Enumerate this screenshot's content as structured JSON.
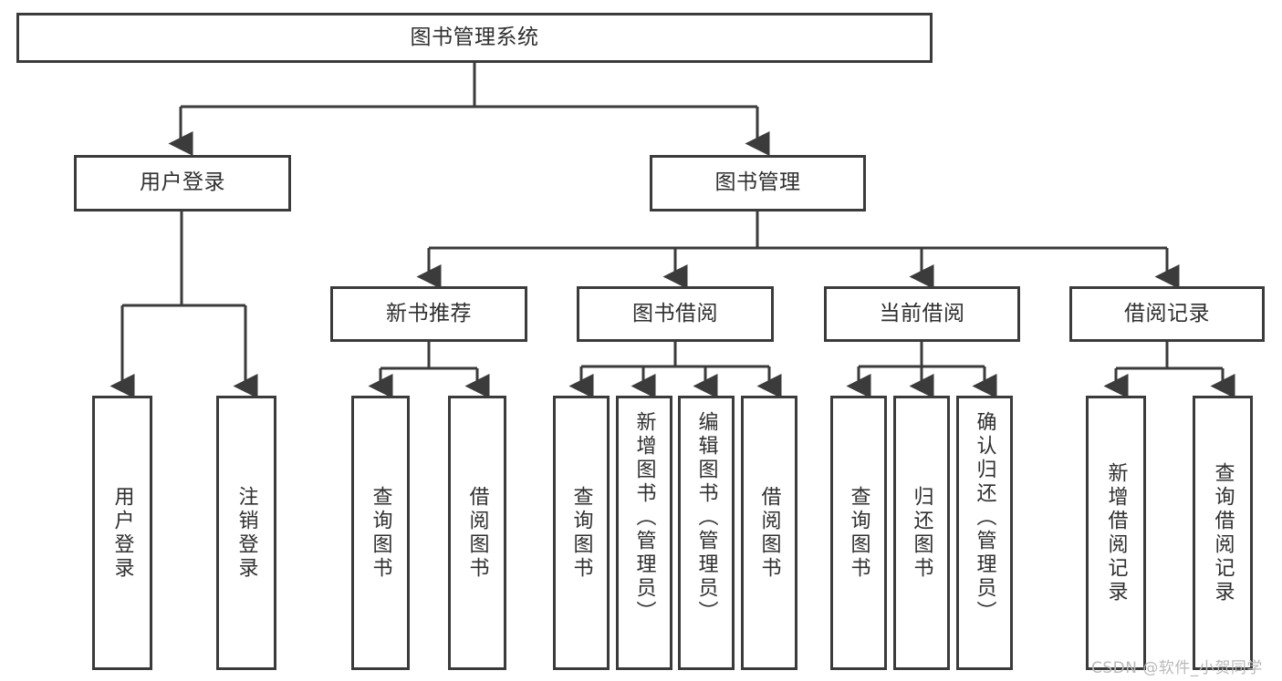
{
  "diagram": {
    "type": "tree-hierarchy",
    "title": "图书管理系统",
    "watermark": "CSDN @软件_小贺同学",
    "colors": {
      "stroke": "#3b3b3b",
      "fill": "#ffffff",
      "text": "#2f2f2f",
      "watermark": "#b9b9b9"
    },
    "nodes": {
      "root": {
        "label": "图书管理系统",
        "level": 0
      },
      "user_login": {
        "label": "用户登录",
        "level": 1
      },
      "book_manage": {
        "label": "图书管理",
        "level": 1
      },
      "new_book_rec": {
        "label": "新书推荐",
        "level": 2
      },
      "book_borrow": {
        "label": "图书借阅",
        "level": 2
      },
      "current_borrow": {
        "label": "当前借阅",
        "level": 2
      },
      "borrow_record": {
        "label": "借阅记录",
        "level": 2
      },
      "leaf_user_login": {
        "label": "用户登录",
        "level": 3
      },
      "leaf_logout": {
        "label": "注销登录",
        "level": 3
      },
      "leaf_query_book_1": {
        "label": "查询图书",
        "level": 3
      },
      "leaf_borrow_book_1": {
        "label": "借阅图书",
        "level": 3
      },
      "leaf_query_book_2": {
        "label": "查询图书",
        "level": 3
      },
      "leaf_add_book": {
        "label": "新增图书（管理员）",
        "level": 3
      },
      "leaf_edit_book": {
        "label": "编辑图书（管理员）",
        "level": 3
      },
      "leaf_borrow_book_2": {
        "label": "借阅图书",
        "level": 3
      },
      "leaf_query_book_3": {
        "label": "查询图书",
        "level": 3
      },
      "leaf_return_book": {
        "label": "归还图书",
        "level": 3
      },
      "leaf_confirm_return": {
        "label": "确认归还（管理员）",
        "level": 3
      },
      "leaf_add_record": {
        "label": "新增借阅记录",
        "level": 3
      },
      "leaf_query_record": {
        "label": "查询借阅记录",
        "level": 3
      }
    },
    "edges": [
      {
        "from": "root",
        "to": "user_login"
      },
      {
        "from": "root",
        "to": "book_manage"
      },
      {
        "from": "user_login",
        "to": "leaf_user_login"
      },
      {
        "from": "user_login",
        "to": "leaf_logout"
      },
      {
        "from": "book_manage",
        "to": "new_book_rec"
      },
      {
        "from": "book_manage",
        "to": "book_borrow"
      },
      {
        "from": "book_manage",
        "to": "current_borrow"
      },
      {
        "from": "book_manage",
        "to": "borrow_record"
      },
      {
        "from": "new_book_rec",
        "to": "leaf_query_book_1"
      },
      {
        "from": "new_book_rec",
        "to": "leaf_borrow_book_1"
      },
      {
        "from": "book_borrow",
        "to": "leaf_query_book_2"
      },
      {
        "from": "book_borrow",
        "to": "leaf_add_book"
      },
      {
        "from": "book_borrow",
        "to": "leaf_edit_book"
      },
      {
        "from": "book_borrow",
        "to": "leaf_borrow_book_2"
      },
      {
        "from": "current_borrow",
        "to": "leaf_query_book_3"
      },
      {
        "from": "current_borrow",
        "to": "leaf_return_book"
      },
      {
        "from": "current_borrow",
        "to": "leaf_confirm_return"
      },
      {
        "from": "borrow_record",
        "to": "leaf_add_record"
      },
      {
        "from": "borrow_record",
        "to": "leaf_query_record"
      }
    ]
  }
}
